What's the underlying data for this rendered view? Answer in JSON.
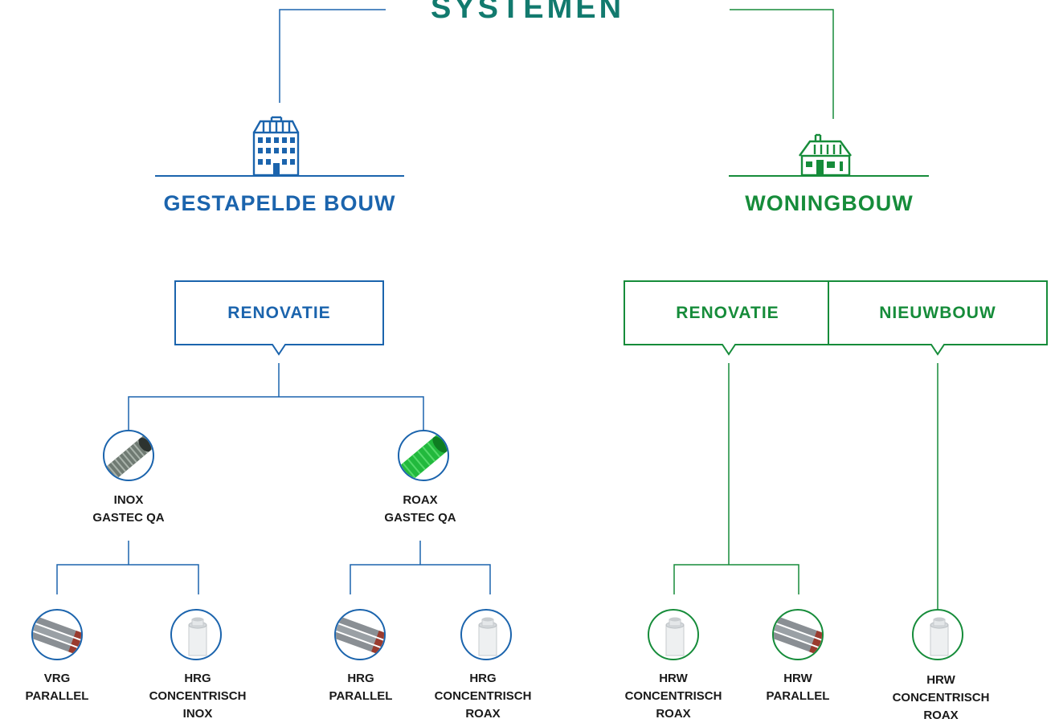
{
  "title": "SYSTEMEN",
  "categories": {
    "gestapeld": {
      "label": "GESTAPELDE BOUW",
      "icon": "apartment-building-icon"
    },
    "woning": {
      "label": "WONINGBOUW",
      "icon": "house-icon"
    }
  },
  "boxes": {
    "renovatie_blue": "RENOVATIE",
    "renovatie_green": "RENOVATIE",
    "nieuwbouw": "NIEUWBOUW"
  },
  "mid_products": [
    {
      "line1": "INOX",
      "line2": "GASTEC QA",
      "icon": "stainless-flexible-pipe-icon"
    },
    {
      "line1": "ROAX",
      "line2": "GASTEC QA",
      "icon": "green-flexible-pipe-icon"
    }
  ],
  "products": [
    {
      "lines": [
        "VRG",
        "PARALLEL"
      ],
      "icon": "parallel-pipes-icon"
    },
    {
      "lines": [
        "HRG",
        "CONCENTRISCH",
        "INOX"
      ],
      "icon": "concentric-pipe-icon"
    },
    {
      "lines": [
        "HRG",
        "PARALLEL"
      ],
      "icon": "parallel-pipes-icon"
    },
    {
      "lines": [
        "HRG",
        "CONCENTRISCH",
        "ROAX"
      ],
      "icon": "concentric-pipe-icon"
    },
    {
      "lines": [
        "HRW",
        "CONCENTRISCH",
        "ROAX"
      ],
      "icon": "concentric-pipe-icon"
    },
    {
      "lines": [
        "HRW",
        "PARALLEL"
      ],
      "icon": "parallel-pipes-icon"
    },
    {
      "lines": [
        "HRW",
        "CONCENTRISCH",
        "ROAX"
      ],
      "icon": "concentric-pipe-icon"
    }
  ],
  "colors": {
    "title": "#127a6e",
    "blue": "#1b64ad",
    "green": "#168c3a"
  }
}
